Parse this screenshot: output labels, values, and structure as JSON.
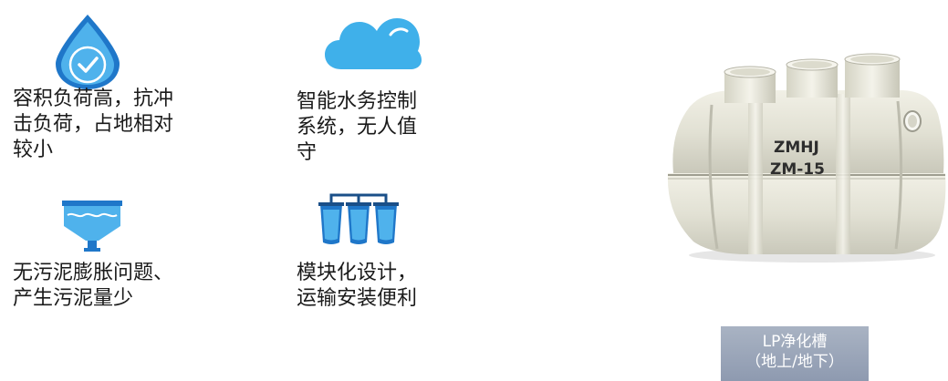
{
  "features": [
    {
      "lines": [
        "容积负荷高，抗冲",
        "击负荷，占地相对",
        "较小"
      ],
      "icon": "water-drop-check-icon",
      "color": "#2b8fd6"
    },
    {
      "lines": [
        "智能水务控制",
        "系统，无人值",
        "守"
      ],
      "icon": "cloud-icon",
      "color": "#3fb0ea"
    },
    {
      "lines": [
        "无污泥膨胀问题、",
        "产生污泥量少"
      ],
      "icon": "sedimentation-tank-icon",
      "color": "#2b8fd6"
    },
    {
      "lines": [
        "模块化设计，",
        "运输安装便利"
      ],
      "icon": "modular-tanks-icon",
      "color": "#2b8fd6"
    }
  ],
  "product": {
    "label_line1": "ZMHJ",
    "label_line2": "ZM-15",
    "caption_line1": "LP净化槽",
    "caption_line2": "（地上/地下）"
  }
}
